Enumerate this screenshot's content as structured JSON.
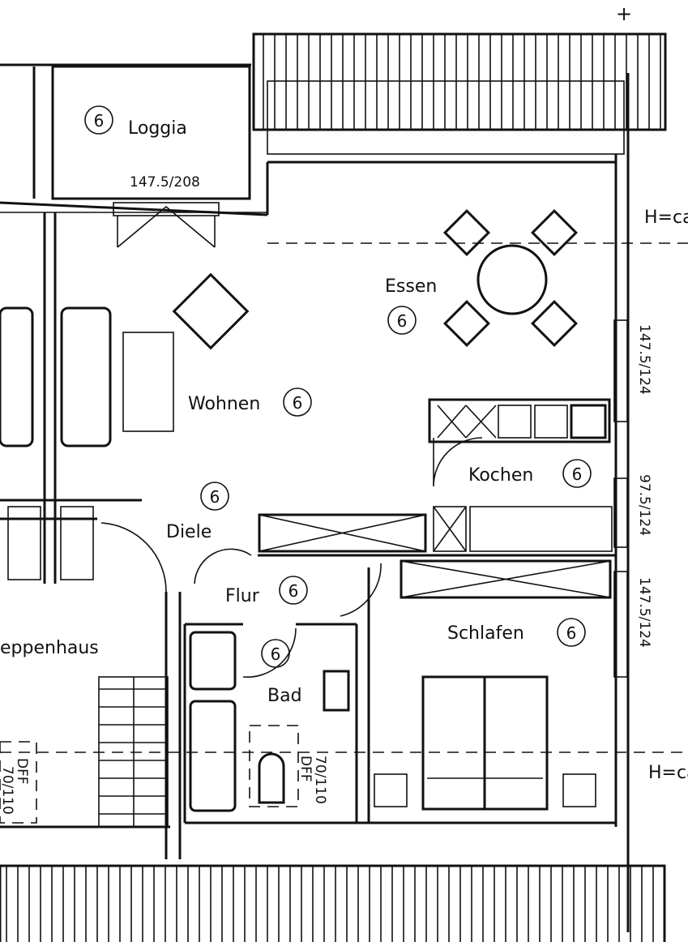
{
  "plan": {
    "rooms": {
      "loggia": {
        "name": "Loggia",
        "number": "6",
        "dimension": "147.5/208"
      },
      "essen": {
        "name": "Essen",
        "number": "6"
      },
      "wohnen": {
        "name": "Wohnen",
        "number": "6"
      },
      "kochen": {
        "name": "Kochen",
        "number": "6"
      },
      "diele": {
        "name": "Diele",
        "number": "6"
      },
      "flur": {
        "name": "Flur",
        "number": "6"
      },
      "bad": {
        "name": "Bad",
        "number": "6"
      },
      "schlafen": {
        "name": "Schlafen",
        "number": "6"
      },
      "treppenhaus": {
        "name": "eppenhaus"
      }
    },
    "height_marks": [
      "H=ca",
      "H=ca"
    ],
    "windows": [
      "147.5/124",
      "97.5/124",
      "147.5/124"
    ],
    "roof_windows": [
      {
        "type": "DFF",
        "size": "70/110"
      },
      {
        "type": "DFF",
        "size": "70/110"
      }
    ]
  }
}
